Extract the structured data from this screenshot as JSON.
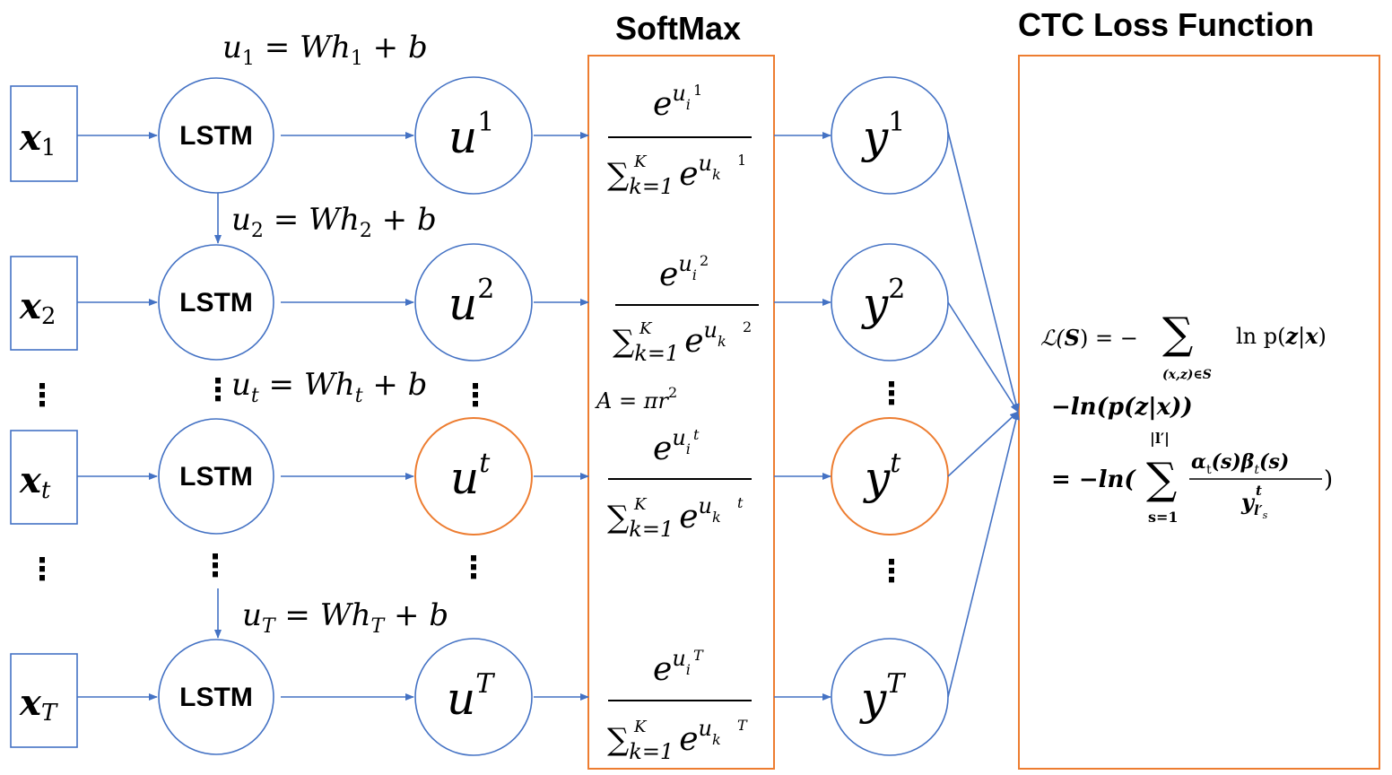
{
  "headers": {
    "softmax": "SoftMax",
    "ctc": "CTC Loss Function"
  },
  "lstm_label": "LSTM",
  "inputs": [
    {
      "base": "x",
      "sub": "1"
    },
    {
      "base": "x",
      "sub": "2"
    },
    {
      "base": "x",
      "sub": "t"
    },
    {
      "base": "x",
      "sub": "T"
    }
  ],
  "u_nodes": [
    {
      "base": "u",
      "sup": "1"
    },
    {
      "base": "u",
      "sup": "2"
    },
    {
      "base": "u",
      "sup": "t"
    },
    {
      "base": "u",
      "sup": "T"
    }
  ],
  "y_nodes": [
    {
      "base": "y",
      "sup": "1"
    },
    {
      "base": "y",
      "sup": "2"
    },
    {
      "base": "y",
      "sup": "t"
    },
    {
      "base": "y",
      "sup": "T"
    }
  ],
  "equations": [
    {
      "u": "u",
      "sub": "1",
      "mid": " = Wh",
      "sub2": "1",
      "tail": " + b"
    },
    {
      "u": "u",
      "sub": "2",
      "mid": " = Wh",
      "sub2": "2",
      "tail": " + b"
    },
    {
      "u": "u",
      "sub": "t",
      "mid": " = Wh",
      "sub2": "t",
      "tail": " + b"
    },
    {
      "u": "u",
      "sub": "T",
      "mid": " = Wh",
      "sub2": "T",
      "tail": " + b"
    }
  ],
  "softmax_terms": [
    {
      "num_e": "e",
      "num_u": "u",
      "num_sub": "i",
      "num_sup": "1",
      "den_sum": "∑",
      "den_lim": "k=1",
      "den_K": "K",
      "den_e": "e",
      "den_u": "u",
      "den_sub": "k",
      "den_sup": "1"
    },
    {
      "num_e": "e",
      "num_u": "u",
      "num_sub": "i",
      "num_sup": "2",
      "den_sum": "∑",
      "den_lim": "k=1",
      "den_K": "K",
      "den_e": "e",
      "den_u": "u",
      "den_sub": "k",
      "den_sup": "2"
    },
    {
      "num_e": "e",
      "num_u": "u",
      "num_sub": "i",
      "num_sup": "t",
      "den_sum": "∑",
      "den_lim": "k=1",
      "den_K": "K",
      "den_e": "e",
      "den_u": "u",
      "den_sub": "k",
      "den_sup": "t"
    },
    {
      "num_e": "e",
      "num_u": "u",
      "num_sub": "i",
      "num_sup": "T",
      "den_sum": "∑",
      "den_lim": "k=1",
      "den_K": "K",
      "den_e": "e",
      "den_u": "u",
      "den_sub": "k",
      "den_sup": "T"
    }
  ],
  "area_formula": {
    "lhs": "A = πr",
    "sup": "2"
  },
  "ctc_formula": {
    "line1_lhs_L": "ℒ(",
    "line1_lhs_S": "S",
    "line1_lhs_rest": ") = −",
    "line1_sum": "∑",
    "line1_sum_under": "(x,z)∈S",
    "line1_rhs_ln": "ln p(",
    "line1_rhs_z": "z",
    "line1_rhs_bar": "|",
    "line1_rhs_x": "x",
    "line1_rhs_close": ")",
    "line2": "−ln(p(z|x))",
    "line3_prefix": "= −ln(",
    "line3_sum": "∑",
    "line3_upper": "|l′|",
    "line3_lower": "s=1",
    "line3_num": "α",
    "line3_num_sub": "t",
    "line3_num_rest": "(s)β",
    "line3_num_sub2": "t",
    "line3_num_end": "(s)",
    "line3_den": "y",
    "line3_den_sup": "t",
    "line3_den_sub": "l′",
    "line3_den_subsub": "s",
    "line3_close": ")"
  },
  "colors": {
    "arrow": "#4472C4",
    "highlight": "#ED7D31",
    "node": "#4472C4"
  }
}
